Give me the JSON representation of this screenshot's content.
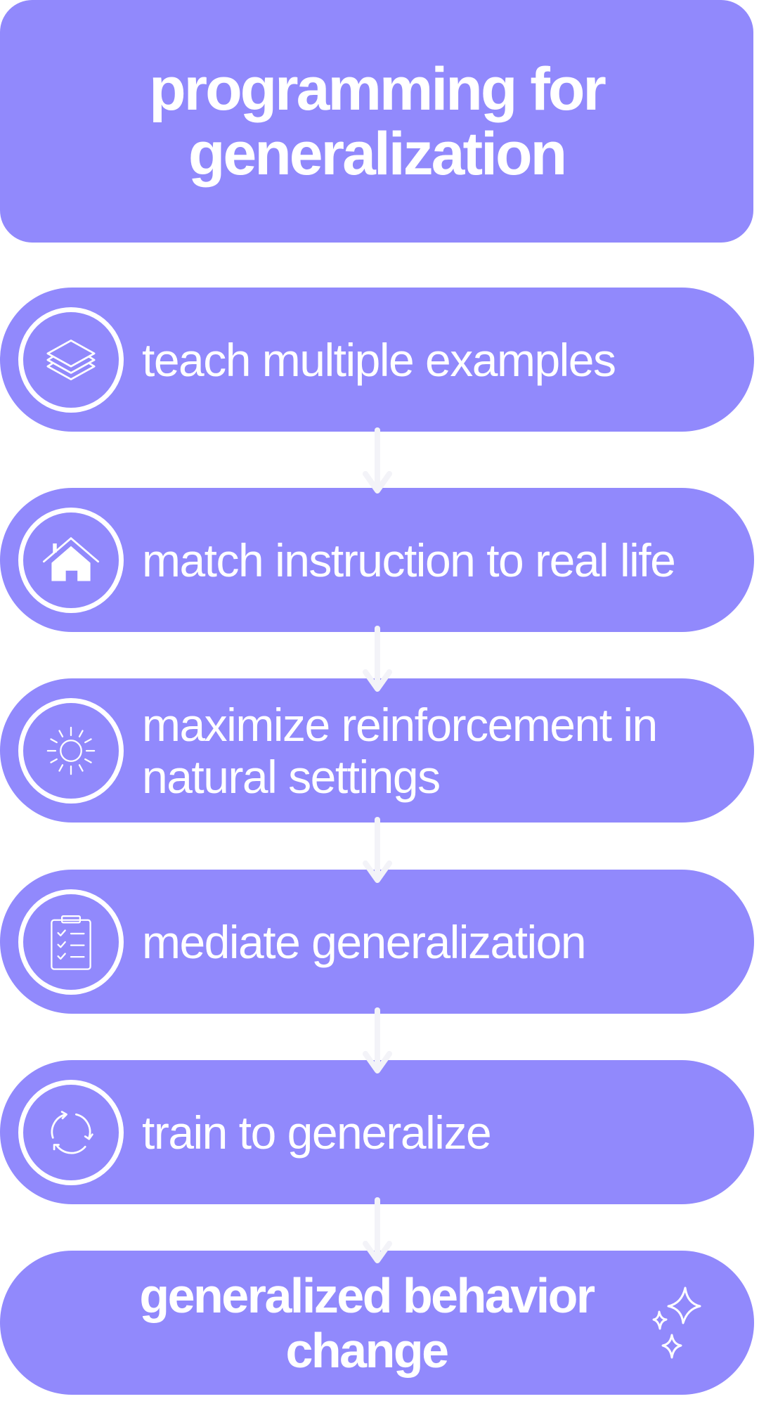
{
  "title": {
    "line1": "programming for",
    "line2": "generalization"
  },
  "steps": [
    {
      "label": "teach multiple examples",
      "icon": "layers-icon"
    },
    {
      "label": "match instruction to real life",
      "icon": "house-icon"
    },
    {
      "label": "maximize reinforcement in natural settings",
      "icon": "sun-icon"
    },
    {
      "label": "mediate generalization",
      "icon": "clipboard-checklist-icon"
    },
    {
      "label": "train to generalize",
      "icon": "cycle-arrows-icon"
    }
  ],
  "outcome": {
    "label": "generalized behavior change",
    "icon": "sparkles-icon"
  },
  "colors": {
    "pill": "#9189fc",
    "text": "#ffffff",
    "arrow": "#f3f3f8"
  }
}
